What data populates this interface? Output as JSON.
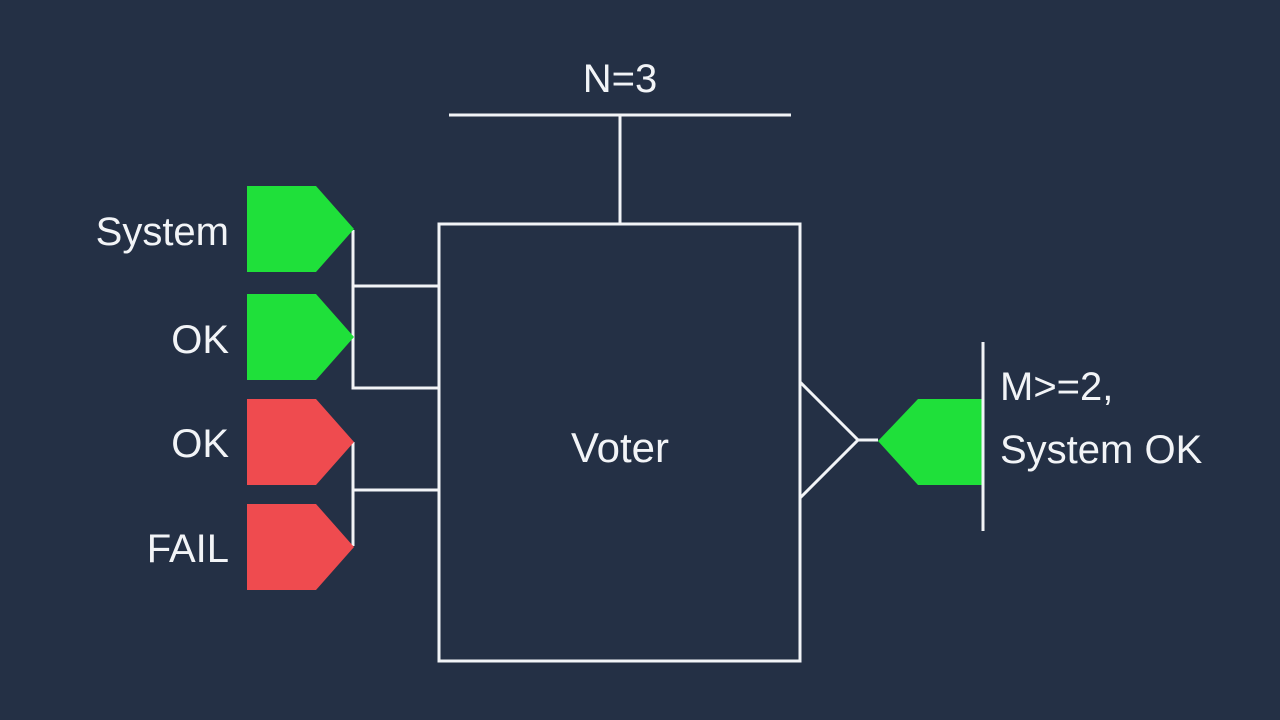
{
  "diagram": {
    "title": "N=3",
    "box_label": "Voter",
    "inputs": [
      {
        "label": "System",
        "status_color": "#1fe03a"
      },
      {
        "label": "OK",
        "status_color": "#1fe03a"
      },
      {
        "label": "OK",
        "status_color": "#ef4b4f"
      },
      {
        "label": "FAIL",
        "status_color": "#ef4b4f"
      }
    ],
    "output": {
      "line1": "M>=2,",
      "line2": "System OK",
      "status_color": "#1fe03a"
    },
    "colors": {
      "background": "#243045",
      "line": "#f2f4f7",
      "ok": "#1fe03a",
      "fail": "#ef4b4f"
    }
  }
}
